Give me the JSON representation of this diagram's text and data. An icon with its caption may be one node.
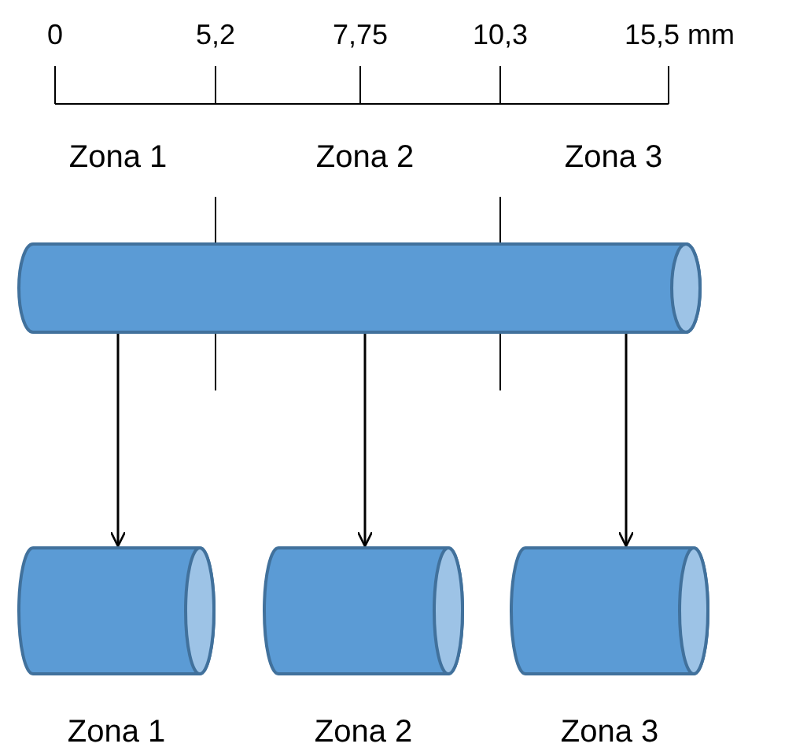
{
  "diagram": {
    "nodes": [
      {
        "text": [],
        "shape": "cylinder"
      },
      {
        "text": [],
        "shape": "cylinder",
        "beside": [
          "Zona 1"
        ]
      },
      {
        "text": [],
        "shape": "cylinder",
        "beside": [
          "Zona 2"
        ]
      },
      {
        "text": [],
        "shape": "cylinder",
        "beside": [
          "Zona 3"
        ]
      }
    ],
    "edges": [
      {
        "from": 0,
        "to": 1,
        "arrow": "to"
      },
      {
        "from": 0,
        "to": 2,
        "arrow": "to"
      },
      {
        "from": 0,
        "to": 3,
        "arrow": "to"
      }
    ],
    "labels": [
      "0",
      "5,2",
      "7,75",
      "10,3",
      "15,5 mm",
      "Zona 1",
      "Zona 2",
      "Zona 3"
    ]
  }
}
